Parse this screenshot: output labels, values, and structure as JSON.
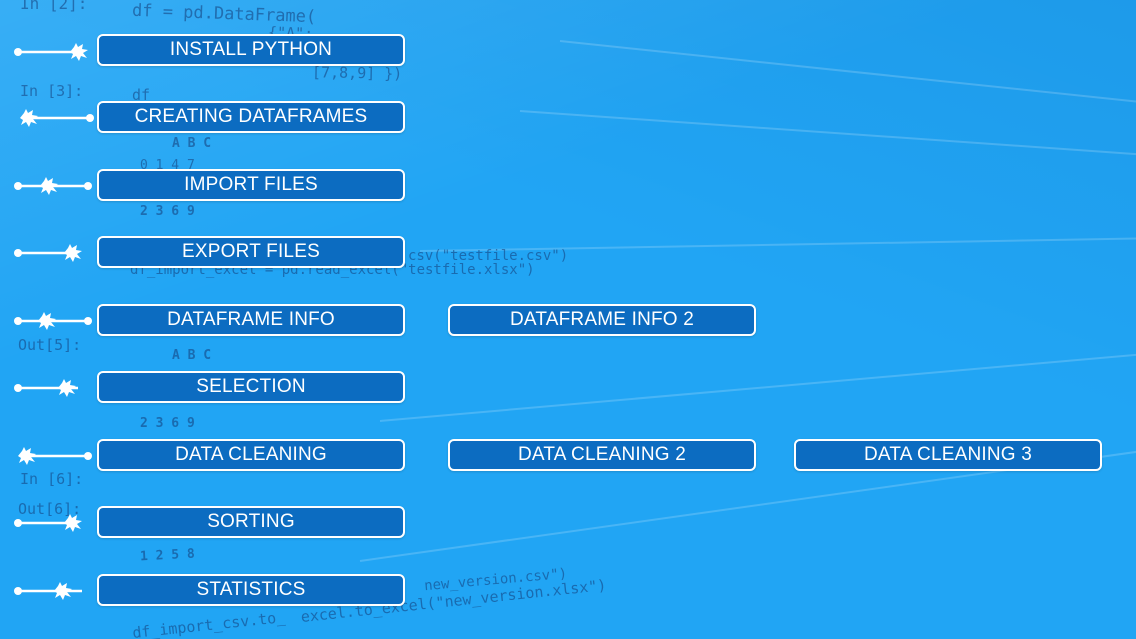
{
  "menu": {
    "items": [
      {
        "id": "install-python",
        "label": "INSTALL PYTHON"
      },
      {
        "id": "creating-dataframes",
        "label": "CREATING DATAFRAMES"
      },
      {
        "id": "import-files",
        "label": "IMPORT FILES"
      },
      {
        "id": "export-files",
        "label": "EXPORT FILES"
      },
      {
        "id": "dataframe-info",
        "label": "DATAFRAME INFO"
      },
      {
        "id": "dataframe-info-2",
        "label": "DATAFRAME INFO 2"
      },
      {
        "id": "selection",
        "label": "SELECTION"
      },
      {
        "id": "data-cleaning",
        "label": "DATA CLEANING"
      },
      {
        "id": "data-cleaning-2",
        "label": "DATA CLEANING 2"
      },
      {
        "id": "data-cleaning-3",
        "label": "DATA CLEANING 3"
      },
      {
        "id": "sorting",
        "label": "SORTING"
      },
      {
        "id": "statistics",
        "label": "STATISTICS"
      }
    ]
  },
  "background": {
    "code_lines": [
      "In [2]:",
      "df = pd.DataFrame(",
      "{\"A\":",
      "[7,8,9] })",
      "In [3]:",
      "df",
      "A B C",
      "0 1 4 7",
      "2 3 6 9",
      "csv(\"testfile.csv\")",
      "df_import_excel = pd.read_excel(\"testfile.xlsx\")",
      "Out[5]:",
      "A B C",
      "2 3 6 9",
      "In [6]:",
      "Out[6]:",
      "1 2 5 8",
      "new_version.csv\")",
      "df_import_csv.to_",
      "excel.to_excel(\"new_version.xlsx\")"
    ]
  },
  "colors": {
    "background": "#21a5f4",
    "button_fill": "#0c6cc1",
    "button_border": "#ffffff",
    "text": "#ffffff"
  }
}
